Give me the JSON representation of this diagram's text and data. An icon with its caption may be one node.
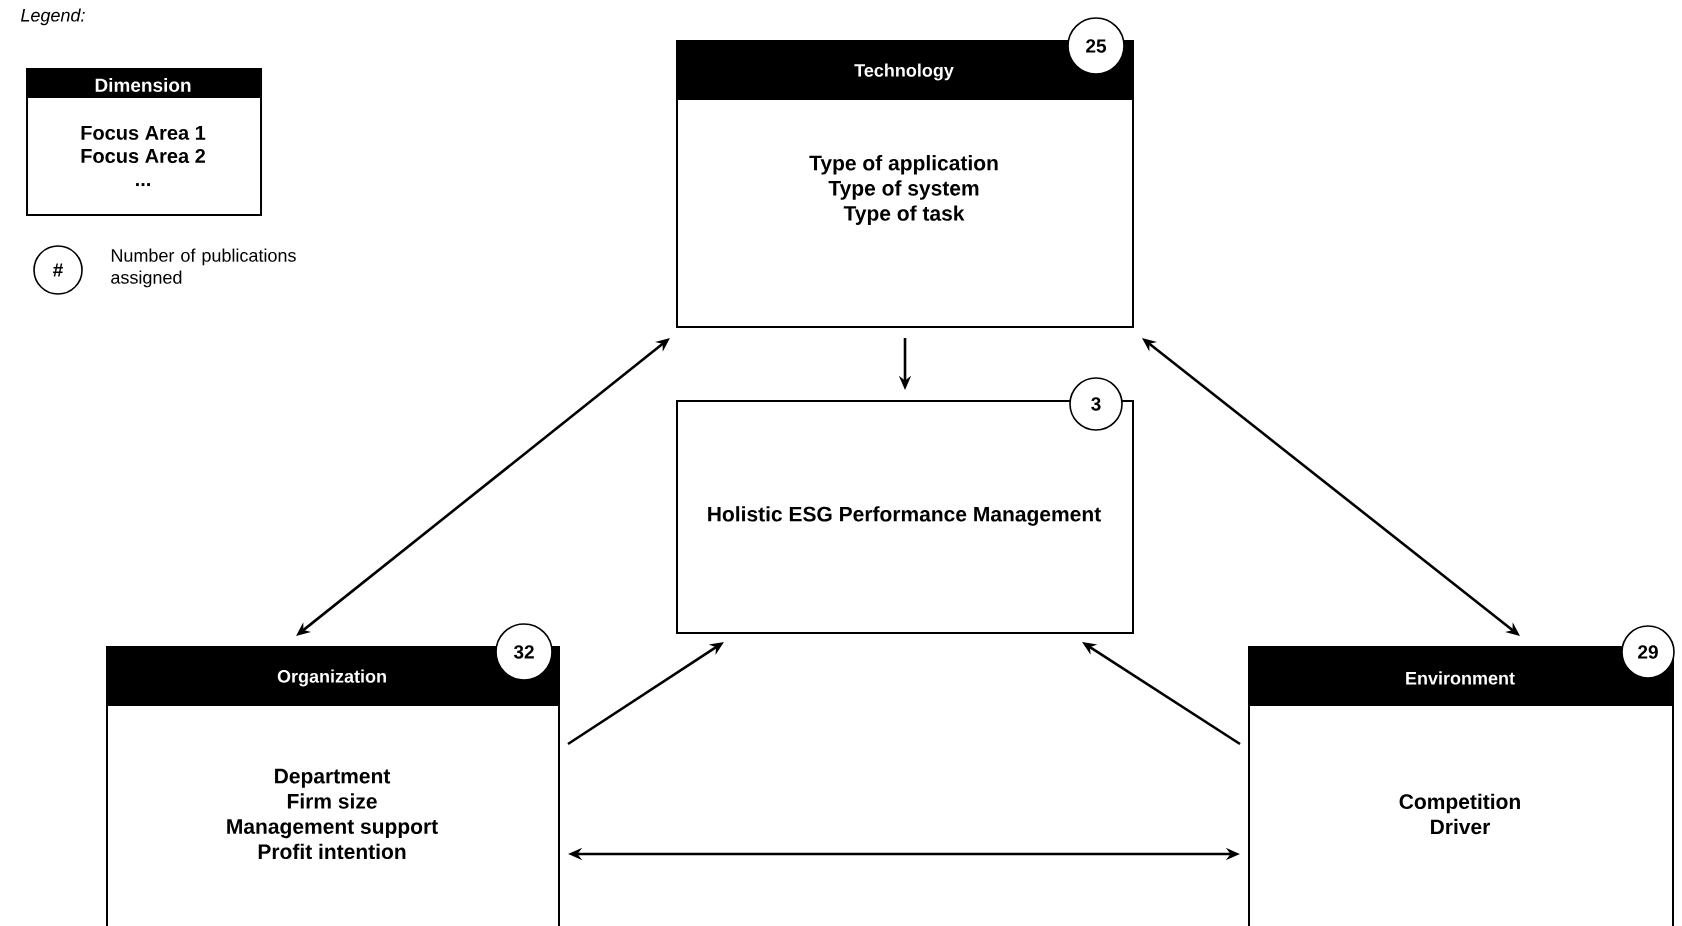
{
  "diagram": {
    "nodes": [
      {
        "text": [
          "Dimension",
          "Focus Area 1",
          "Focus Area 2",
          "..."
        ]
      },
      {
        "text": [
          "#"
        ],
        "beside": [
          "Number of publications assigned"
        ]
      },
      {
        "text": [
          "Technology",
          "Type of application",
          "Type of system",
          "Type of task"
        ]
      },
      {
        "text": [
          "25"
        ]
      },
      {
        "text": [
          "Holistic ESG Performance Management"
        ]
      },
      {
        "text": [
          "3"
        ]
      },
      {
        "text": [
          "Organization",
          "Department",
          "Firm size",
          "Management support",
          "Profit intention"
        ]
      },
      {
        "text": [
          "32"
        ]
      },
      {
        "text": [
          "Environment",
          "Competition",
          "Driver"
        ]
      },
      {
        "text": [
          "29"
        ]
      }
    ],
    "edges": [
      {
        "from": 2,
        "to": 4,
        "arrow": "to"
      },
      {
        "from": 2,
        "to": 6,
        "arrow": "both"
      },
      {
        "from": 2,
        "to": 8,
        "arrow": "both"
      },
      {
        "from": 6,
        "to": 4,
        "arrow": "to"
      },
      {
        "from": 8,
        "to": 4,
        "arrow": "to"
      },
      {
        "from": 6,
        "to": 8,
        "arrow": "both"
      }
    ],
    "labels": [
      "Legend:"
    ]
  }
}
